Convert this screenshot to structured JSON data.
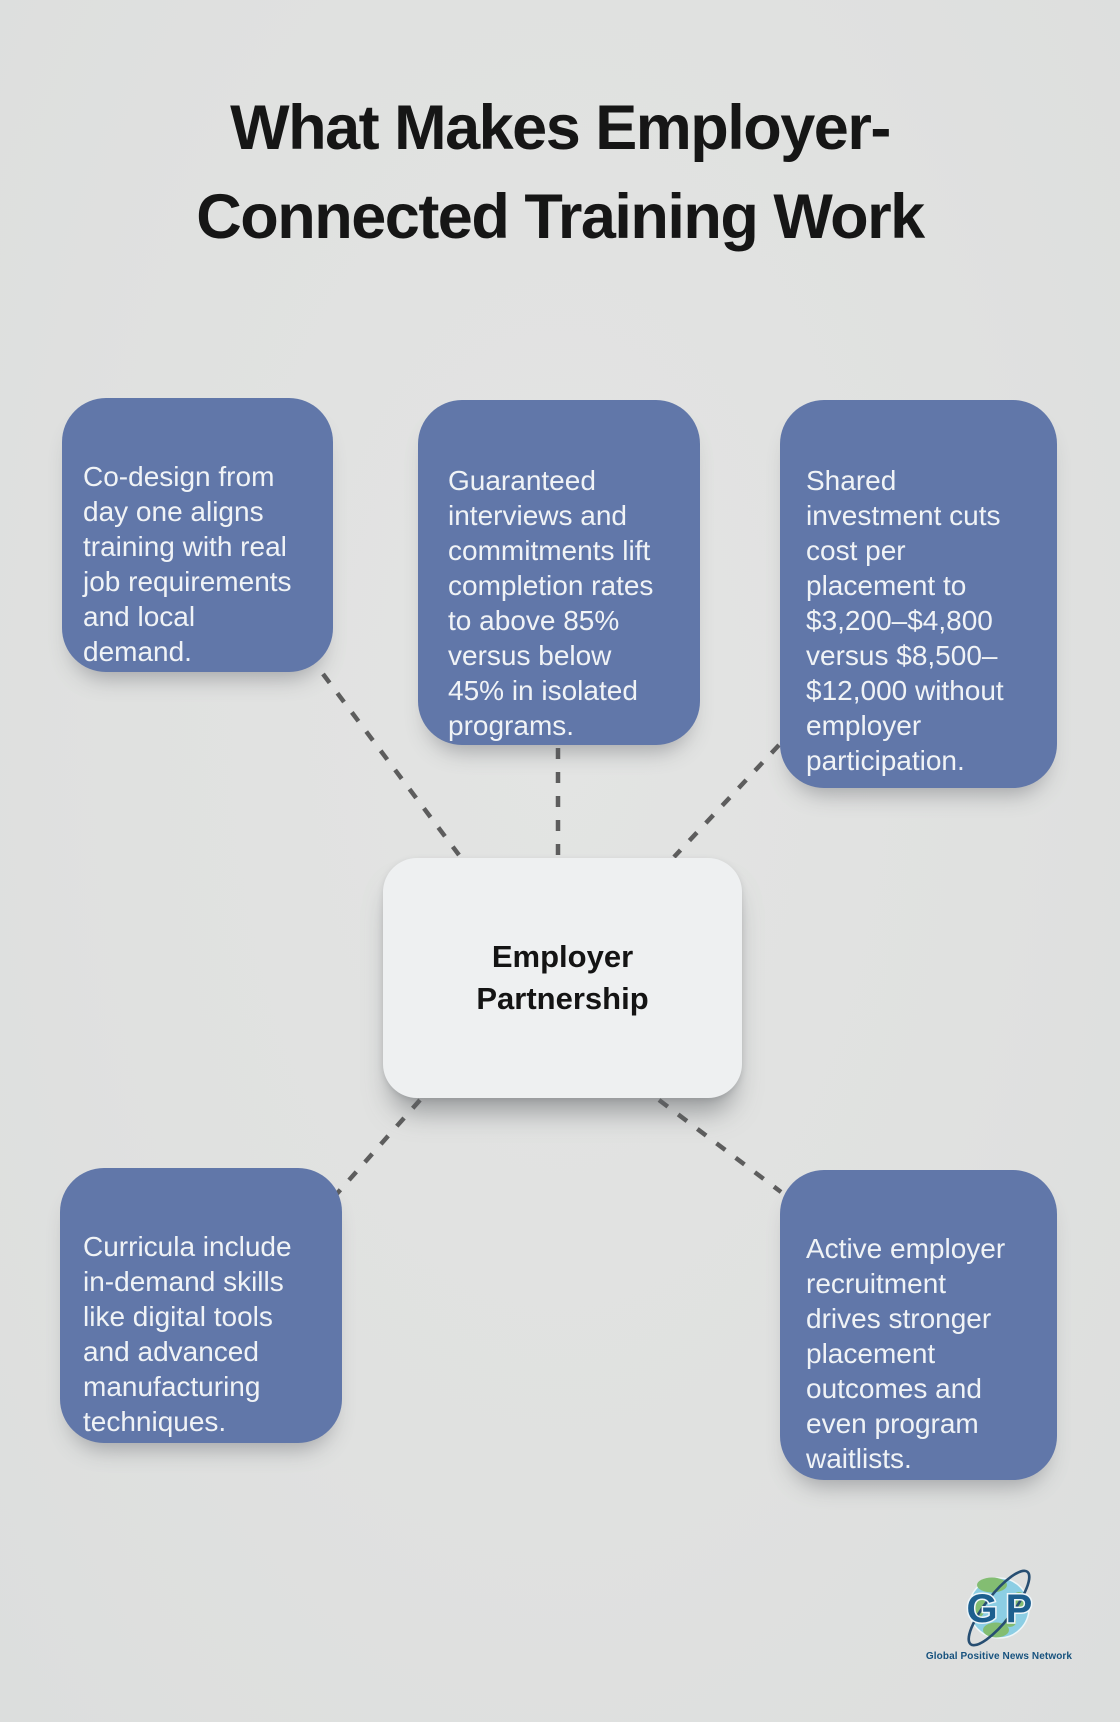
{
  "page": {
    "title": "What Makes Employer-\nConnected Training Work"
  },
  "center_node": {
    "label": "Employer\nPartnership"
  },
  "factors": [
    {
      "position": "top-left",
      "text": "Co-design from\nday one aligns\ntraining with real\njob requirements\nand local\ndemand."
    },
    {
      "position": "top-center",
      "text": "Guaranteed\ninterviews and\ncommitments lift\ncompletion rates\nto above 85%\nversus below\n45% in isolated\nprograms."
    },
    {
      "position": "top-right",
      "text": "Shared\ninvestment cuts\ncost per\nplacement to\n$3,200–$4,800\nversus $8,500–\n$12,000 without\nemployer\nparticipation."
    },
    {
      "position": "bottom-left",
      "text": "Curricula include\nin-demand skills\nlike digital tools\nand advanced\nmanufacturing\ntechniques."
    },
    {
      "position": "bottom-right",
      "text": "Active employer\nrecruitment\ndrives stronger\nplacement\noutcomes and\neven program\nwaitlists."
    }
  ],
  "logo": {
    "letter_g": "G",
    "letter_p": "P",
    "caption": "Global Positive News Network"
  },
  "colors": {
    "background": "#e0e1e0",
    "factor_fill": "#6177a9",
    "factor_text": "#f0f3f6",
    "center_fill": "#eef0f1",
    "title_text": "#161616",
    "connector": "#5d5d5d",
    "logo_text": "#17527e",
    "globe_water": "#8ccee4",
    "globe_land": "#83bd72",
    "orbit": "#274e72"
  }
}
